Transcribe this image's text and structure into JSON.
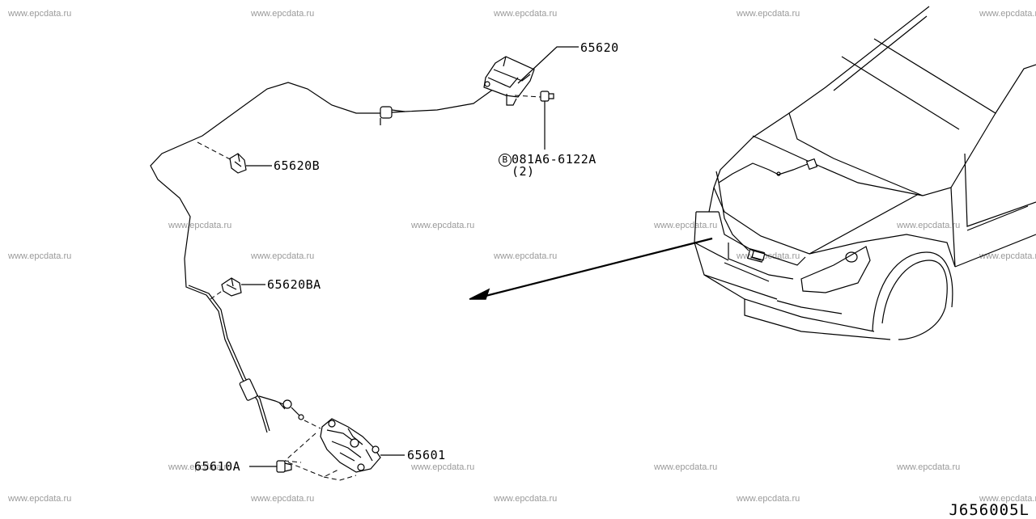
{
  "watermark": "www.epcdata.ru",
  "labels": {
    "control_handle": "65620",
    "clip_upper": "65620B",
    "clip_lower": "65620BA",
    "bolt_handle": "081A6-6122A",
    "bolt_prefix": "B",
    "bolt_qty": "(2)",
    "lock_assembly": "65601",
    "lock_bolt": "65610A"
  },
  "figure_code": "J656005L"
}
